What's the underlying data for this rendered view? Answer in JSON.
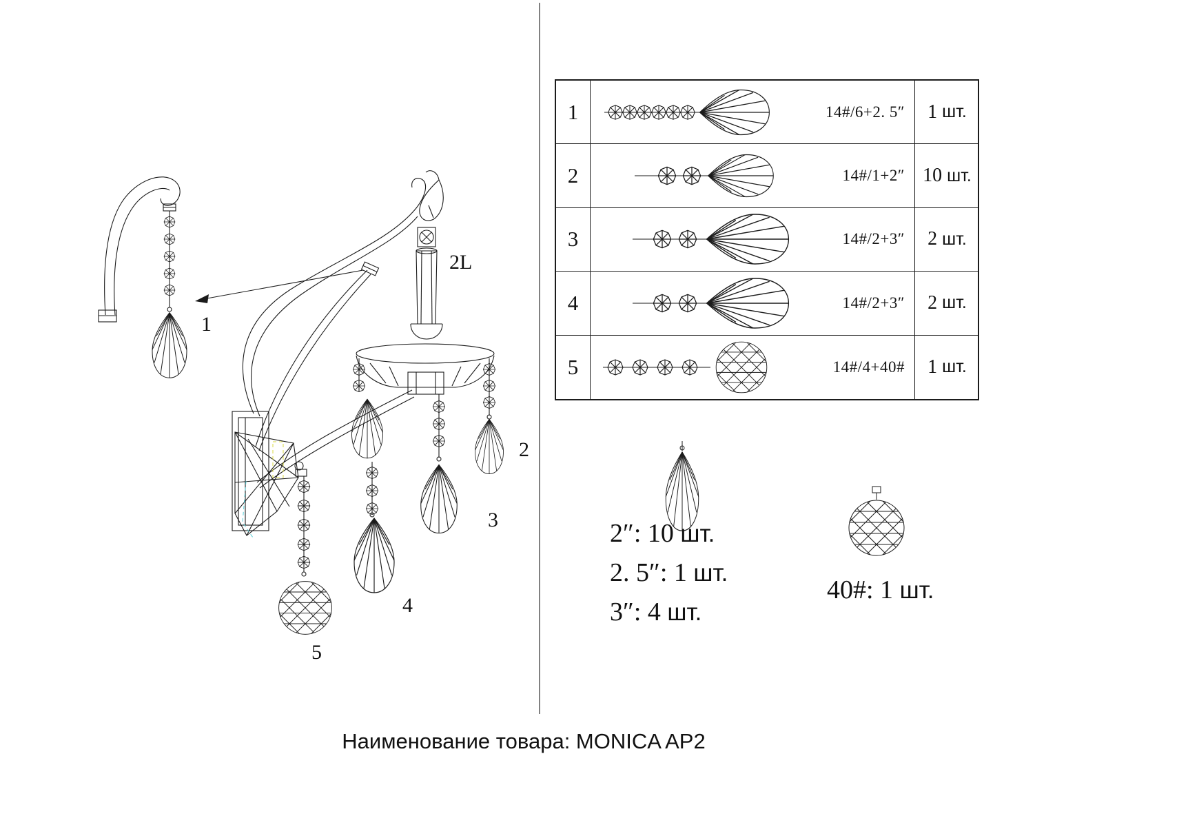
{
  "caption": "Наименование товара: MONICA AP2",
  "colors": {
    "line": "#1b1b1b",
    "accent_yellow": "#d8d840",
    "accent_cyan": "#57cfd8"
  },
  "drawing": {
    "labels": {
      "part1": "1",
      "part2": "2",
      "part3": "3",
      "part4": "4",
      "part5": "5",
      "lamp": "2L"
    }
  },
  "table": {
    "rows": [
      {
        "num": "1",
        "code": "14#/6+2. 5″",
        "qty": "1",
        "unit": "шт."
      },
      {
        "num": "2",
        "code": "14#/1+2″",
        "qty": "10",
        "unit": "шт."
      },
      {
        "num": "3",
        "code": "14#/2+3″",
        "qty": "2",
        "unit": "шт."
      },
      {
        "num": "4",
        "code": "14#/2+3″",
        "qty": "2",
        "unit": "шт."
      },
      {
        "num": "5",
        "code": "14#/4+40#",
        "qty": "1",
        "unit": "шт."
      }
    ]
  },
  "legend": {
    "drop_lines": [
      {
        "text": "2″: 10",
        "unit": "шт."
      },
      {
        "text": "2. 5″: 1",
        "unit": "шт."
      },
      {
        "text": "3″: 4",
        "unit": "шт."
      }
    ],
    "ball_line": {
      "text": "40#: 1",
      "unit": "шт."
    }
  }
}
